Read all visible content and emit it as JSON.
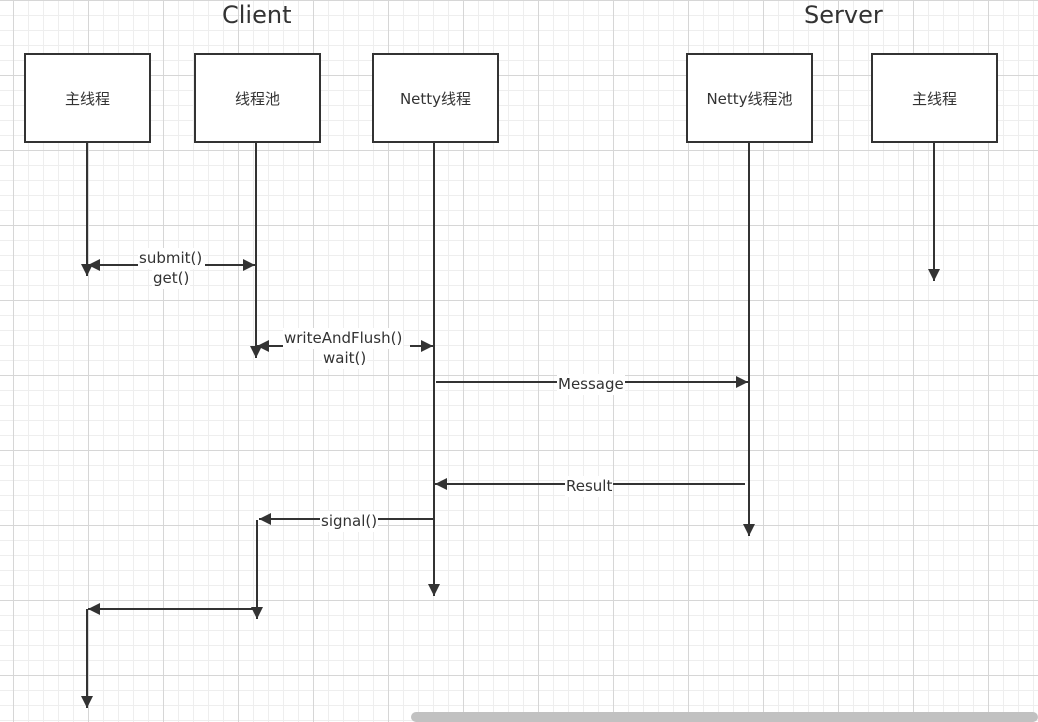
{
  "groups": {
    "client": "Client",
    "server": "Server"
  },
  "actors": [
    {
      "id": "client-main",
      "label": "主线程"
    },
    {
      "id": "client-pool",
      "label": "线程池"
    },
    {
      "id": "client-netty",
      "label": "Netty线程"
    },
    {
      "id": "server-netty-pool",
      "label": "Netty线程池"
    },
    {
      "id": "server-main",
      "label": "主线程"
    }
  ],
  "messages": {
    "submit_get": {
      "line1": "submit()",
      "line2": "get()"
    },
    "write_wait": {
      "line1": "writeAndFlush()",
      "line2": "wait()"
    },
    "message": "Message",
    "result": "Result",
    "signal": "signal()"
  },
  "colors": {
    "stroke": "#333333",
    "grid_major": "#d6d6d6",
    "grid_minor": "#eeeeee",
    "scrollbar": "#c1c1c1"
  }
}
